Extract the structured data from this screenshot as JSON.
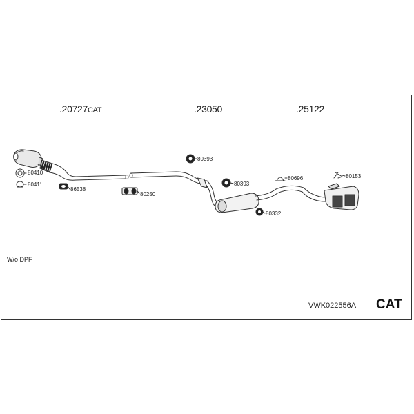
{
  "headers": [
    {
      "prefix": ".",
      "number": "20727",
      "suffix": "CAT"
    },
    {
      "prefix": ".",
      "number": "23050",
      "suffix": ""
    },
    {
      "prefix": ".",
      "number": "25122",
      "suffix": ""
    }
  ],
  "parts": {
    "p80410": "80410",
    "p80411": "80411",
    "p86538": "86538",
    "p80250": "80250",
    "p80393_top": "80393",
    "p80393_mid": "80393",
    "p80332": "80332",
    "p80696": "80696",
    "p80153": "80153"
  },
  "note": "W/o DPF",
  "kit_code": "VWK022556A",
  "kit_type": "CAT"
}
